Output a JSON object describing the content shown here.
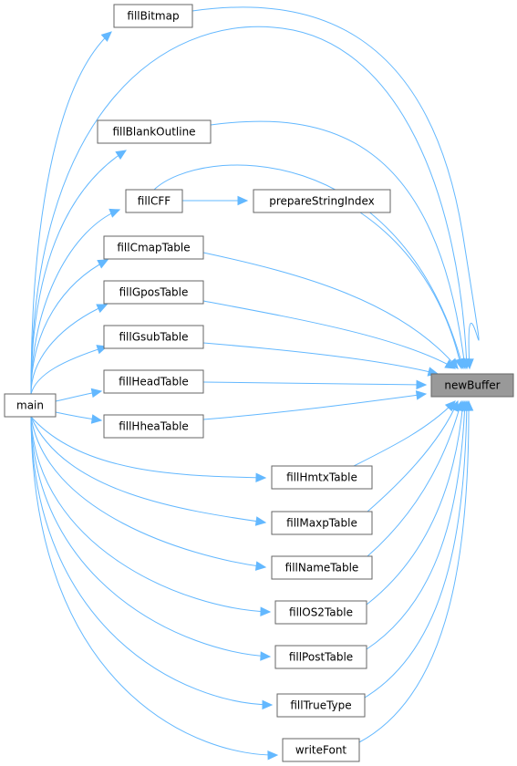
{
  "graph": {
    "nodes": [
      {
        "id": "main",
        "label": "main",
        "highlight": false
      },
      {
        "id": "fillBitmap",
        "label": "fillBitmap",
        "highlight": false
      },
      {
        "id": "fillBlankOutline",
        "label": "fillBlankOutline",
        "highlight": false
      },
      {
        "id": "fillCFF",
        "label": "fillCFF",
        "highlight": false
      },
      {
        "id": "prepareStringIndex",
        "label": "prepareStringIndex",
        "highlight": false
      },
      {
        "id": "fillCmapTable",
        "label": "fillCmapTable",
        "highlight": false
      },
      {
        "id": "fillGposTable",
        "label": "fillGposTable",
        "highlight": false
      },
      {
        "id": "fillGsubTable",
        "label": "fillGsubTable",
        "highlight": false
      },
      {
        "id": "fillHeadTable",
        "label": "fillHeadTable",
        "highlight": false
      },
      {
        "id": "fillHheaTable",
        "label": "fillHheaTable",
        "highlight": false
      },
      {
        "id": "fillHmtxTable",
        "label": "fillHmtxTable",
        "highlight": false
      },
      {
        "id": "fillMaxpTable",
        "label": "fillMaxpTable",
        "highlight": false
      },
      {
        "id": "fillNameTable",
        "label": "fillNameTable",
        "highlight": false
      },
      {
        "id": "fillOS2Table",
        "label": "fillOS2Table",
        "highlight": false
      },
      {
        "id": "fillPostTable",
        "label": "fillPostTable",
        "highlight": false
      },
      {
        "id": "fillTrueType",
        "label": "fillTrueType",
        "highlight": false
      },
      {
        "id": "writeFont",
        "label": "writeFont",
        "highlight": false
      },
      {
        "id": "newBuffer",
        "label": "newBuffer",
        "highlight": true
      }
    ],
    "edges": [
      {
        "from": "main",
        "to": "fillBitmap"
      },
      {
        "from": "main",
        "to": "fillBlankOutline"
      },
      {
        "from": "main",
        "to": "fillCFF"
      },
      {
        "from": "main",
        "to": "fillCmapTable"
      },
      {
        "from": "main",
        "to": "fillGposTable"
      },
      {
        "from": "main",
        "to": "fillGsubTable"
      },
      {
        "from": "main",
        "to": "fillHeadTable"
      },
      {
        "from": "main",
        "to": "fillHheaTable"
      },
      {
        "from": "main",
        "to": "fillHmtxTable"
      },
      {
        "from": "main",
        "to": "fillMaxpTable"
      },
      {
        "from": "main",
        "to": "fillNameTable"
      },
      {
        "from": "main",
        "to": "fillOS2Table"
      },
      {
        "from": "main",
        "to": "fillPostTable"
      },
      {
        "from": "main",
        "to": "fillTrueType"
      },
      {
        "from": "main",
        "to": "writeFont"
      },
      {
        "from": "main",
        "to": "newBuffer"
      },
      {
        "from": "fillCFF",
        "to": "prepareStringIndex"
      },
      {
        "from": "fillBitmap",
        "to": "newBuffer"
      },
      {
        "from": "fillBlankOutline",
        "to": "newBuffer"
      },
      {
        "from": "fillCFF",
        "to": "newBuffer"
      },
      {
        "from": "prepareStringIndex",
        "to": "newBuffer"
      },
      {
        "from": "fillCmapTable",
        "to": "newBuffer"
      },
      {
        "from": "fillGposTable",
        "to": "newBuffer"
      },
      {
        "from": "fillGsubTable",
        "to": "newBuffer"
      },
      {
        "from": "fillHeadTable",
        "to": "newBuffer"
      },
      {
        "from": "fillHheaTable",
        "to": "newBuffer"
      },
      {
        "from": "fillHmtxTable",
        "to": "newBuffer"
      },
      {
        "from": "fillMaxpTable",
        "to": "newBuffer"
      },
      {
        "from": "fillNameTable",
        "to": "newBuffer"
      },
      {
        "from": "fillOS2Table",
        "to": "newBuffer"
      },
      {
        "from": "fillPostTable",
        "to": "newBuffer"
      },
      {
        "from": "fillTrueType",
        "to": "newBuffer"
      },
      {
        "from": "writeFont",
        "to": "newBuffer"
      }
    ]
  },
  "colors": {
    "edge": "#63b8ff",
    "node_border": "#666666",
    "node_fill": "#ffffff",
    "highlight_fill": "#999999"
  }
}
